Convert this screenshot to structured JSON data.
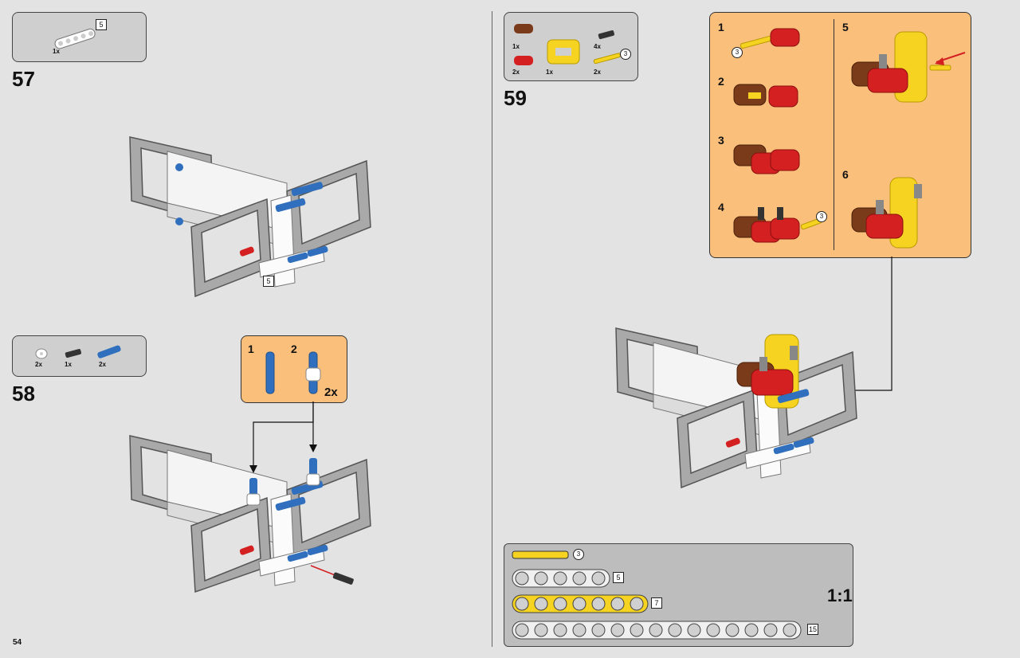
{
  "page": {
    "number": "54"
  },
  "steps": [
    {
      "number": "57",
      "parts": [
        {
          "qty": "1x",
          "length": "5",
          "name": "white-beam-5"
        }
      ],
      "callout_length": "5"
    },
    {
      "number": "58",
      "parts": [
        {
          "qty": "2x",
          "name": "white-bush"
        },
        {
          "qty": "1x",
          "name": "black-pin"
        },
        {
          "qty": "2x",
          "name": "blue-axle-pin"
        }
      ],
      "substeps": [
        "1",
        "2"
      ],
      "substep_qty": "2x"
    },
    {
      "number": "59",
      "parts": [
        {
          "qty": "1x",
          "name": "brown-connector"
        },
        {
          "qty": "1x",
          "name": "yellow-frame"
        },
        {
          "qty": "4x",
          "name": "black-pin"
        },
        {
          "qty": "2x",
          "name": "red-connector"
        },
        {
          "qty": "2x",
          "name": "yellow-axle-3",
          "length": "3"
        }
      ],
      "substeps": [
        "1",
        "2",
        "3",
        "4",
        "5",
        "6"
      ],
      "axle_length": "3"
    }
  ],
  "ruler": {
    "scale": "1:1",
    "items": [
      {
        "length": "3",
        "kind": "axle"
      },
      {
        "length": "5",
        "kind": "beam"
      },
      {
        "length": "7",
        "kind": "beam-yellow"
      },
      {
        "length": "15",
        "kind": "beam"
      }
    ]
  },
  "colors": {
    "background": "#e3e3e3",
    "parts_box": "#cfcfcf",
    "callout": "#fbbf7c",
    "grey_frame": "#a9a9a9",
    "blue": "#2f6fbd",
    "red": "#d42020",
    "yellow": "#f5d320",
    "brown": "#7a3b1a"
  }
}
